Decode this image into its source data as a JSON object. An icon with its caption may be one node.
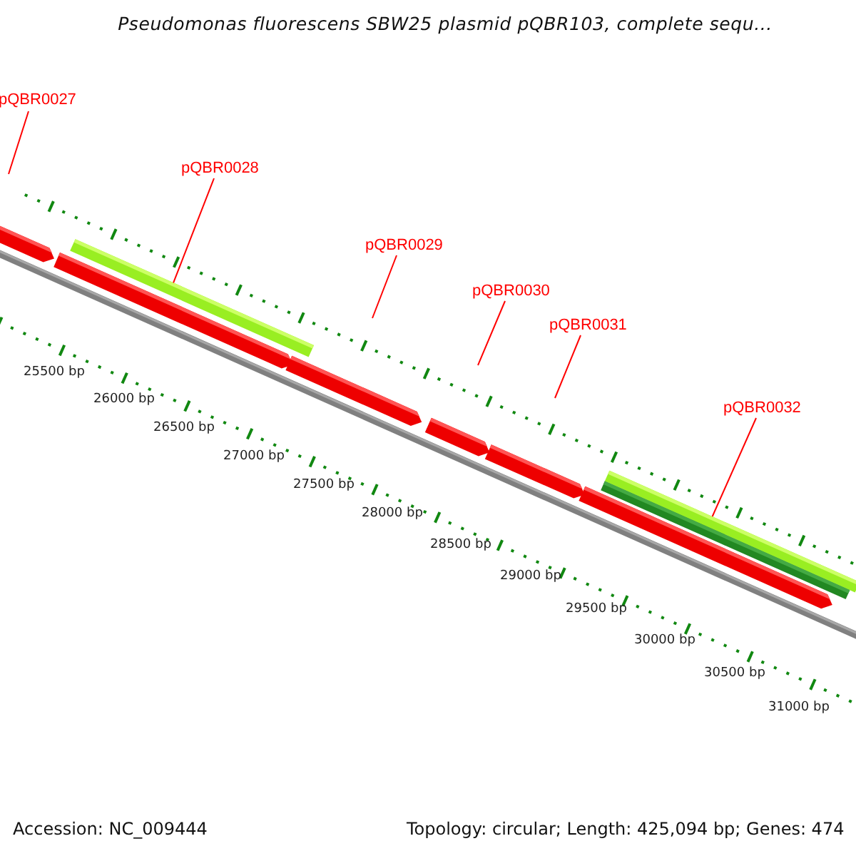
{
  "diagram": {
    "title": "Pseudomonas fluorescens SBW25 plasmid pQBR103, complete sequ...",
    "nodes": [
      {
        "text": [
          "pQBR0027"
        ]
      },
      {
        "text": [
          "pQBR0028"
        ]
      },
      {
        "text": [
          "pQBR0029"
        ]
      },
      {
        "text": [
          "pQBR0030"
        ]
      },
      {
        "text": [
          "pQBR0031"
        ]
      },
      {
        "text": [
          "pQBR0032"
        ]
      },
      {
        "text": [],
        "shape": "bar"
      },
      {
        "text": [],
        "shape": "bar"
      }
    ],
    "edges": [
      {
        "from": 0,
        "to": null,
        "arrow": "none"
      },
      {
        "from": 1,
        "to": 6,
        "arrow": "none"
      },
      {
        "from": 2,
        "to": null,
        "arrow": "none"
      },
      {
        "from": 3,
        "to": null,
        "arrow": "none"
      },
      {
        "from": 4,
        "to": null,
        "arrow": "none"
      },
      {
        "from": 5,
        "to": 7,
        "arrow": "none"
      }
    ],
    "labels": [
      "25500 bp",
      "26000 bp",
      "26500 bp",
      "27000 bp",
      "27500 bp",
      "28000 bp",
      "28500 bp",
      "29000 bp",
      "29500 bp",
      "30000 bp",
      "30500 bp",
      "31000 bp",
      "Accession: NC_009444",
      "Topology: circular; Length: 425,094 bp; Genes: 474"
    ]
  }
}
